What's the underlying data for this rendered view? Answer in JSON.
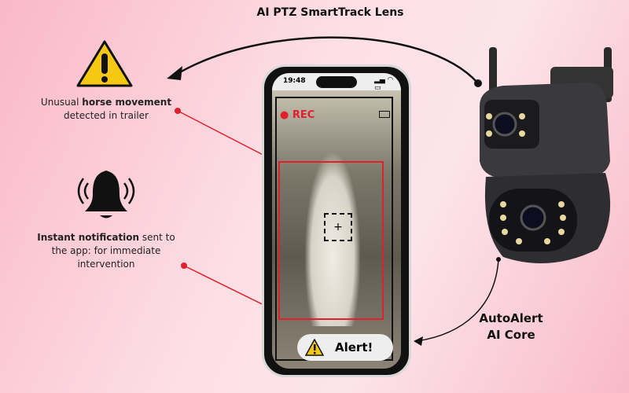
{
  "title": "AI PTZ SmartTrack Lens",
  "movement": {
    "pre": "Unusual ",
    "bold": "horse movement",
    "post": "detected in trailer"
  },
  "notification": {
    "bold": "Instant notification",
    "post": " sent to the app: for immediate intervention"
  },
  "phone": {
    "time": "19:48",
    "rec_label": "REC",
    "alert_label": "Alert!"
  },
  "core": {
    "line1": "AutoAlert",
    "line2": "AI Core"
  },
  "colors": {
    "accent_red": "#e0202a",
    "warning_yellow": "#f6c811"
  }
}
